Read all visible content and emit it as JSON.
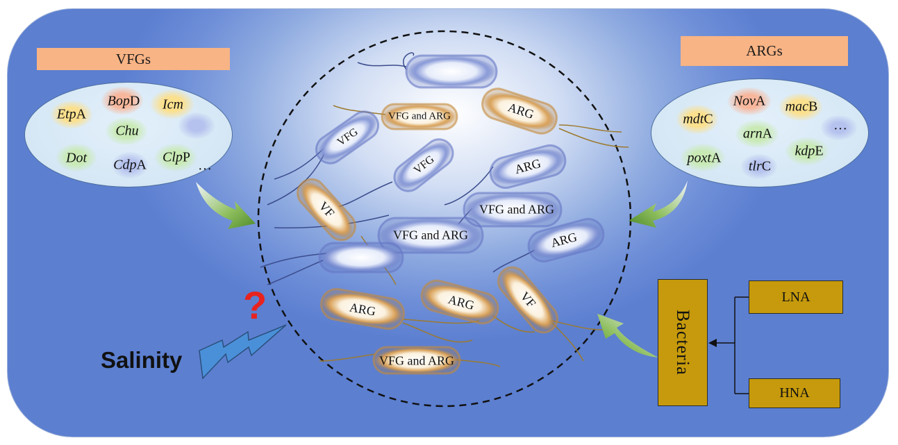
{
  "vfgs": {
    "title": "VFGs",
    "genes": [
      {
        "italic": "Etp",
        "suffix": "A"
      },
      {
        "italic": "Bop",
        "suffix": "D"
      },
      {
        "italic": "Icm",
        "suffix": ""
      },
      {
        "italic": "Chu",
        "suffix": ""
      },
      {
        "italic": "Dot",
        "suffix": ""
      },
      {
        "italic": "Cdp",
        "suffix": "A"
      },
      {
        "italic": "Clp",
        "suffix": "P"
      }
    ],
    "more": "…"
  },
  "args": {
    "title": "ARGs",
    "genes": [
      {
        "italic": "mdt",
        "suffix": "C"
      },
      {
        "italic": "Nov",
        "suffix": "A"
      },
      {
        "italic": "mac",
        "suffix": "B"
      },
      {
        "italic": "arn",
        "suffix": "A"
      },
      {
        "italic": "poxt",
        "suffix": "A"
      },
      {
        "italic": "tlr",
        "suffix": "C"
      },
      {
        "italic": "kdp",
        "suffix": "E"
      }
    ],
    "more": "…"
  },
  "bacteria_labels": {
    "vfg_and_arg": "VFG and ARG",
    "vfg": "VFG",
    "arg": "ARG",
    "vf": "VF"
  },
  "bacteria_box": {
    "title": "Bacteria",
    "lna": "LNA",
    "hna": "HNA"
  },
  "salinity": {
    "label": "Salinity",
    "question": "?"
  },
  "colors": {
    "panel_blue": "#5c7fd0",
    "label_orange": "#f8b485",
    "box_brown": "#c69a0c",
    "arrow_green": "#5a8f2e",
    "lightning_blue": "#4a90d9",
    "question_red": "#e8231f"
  }
}
